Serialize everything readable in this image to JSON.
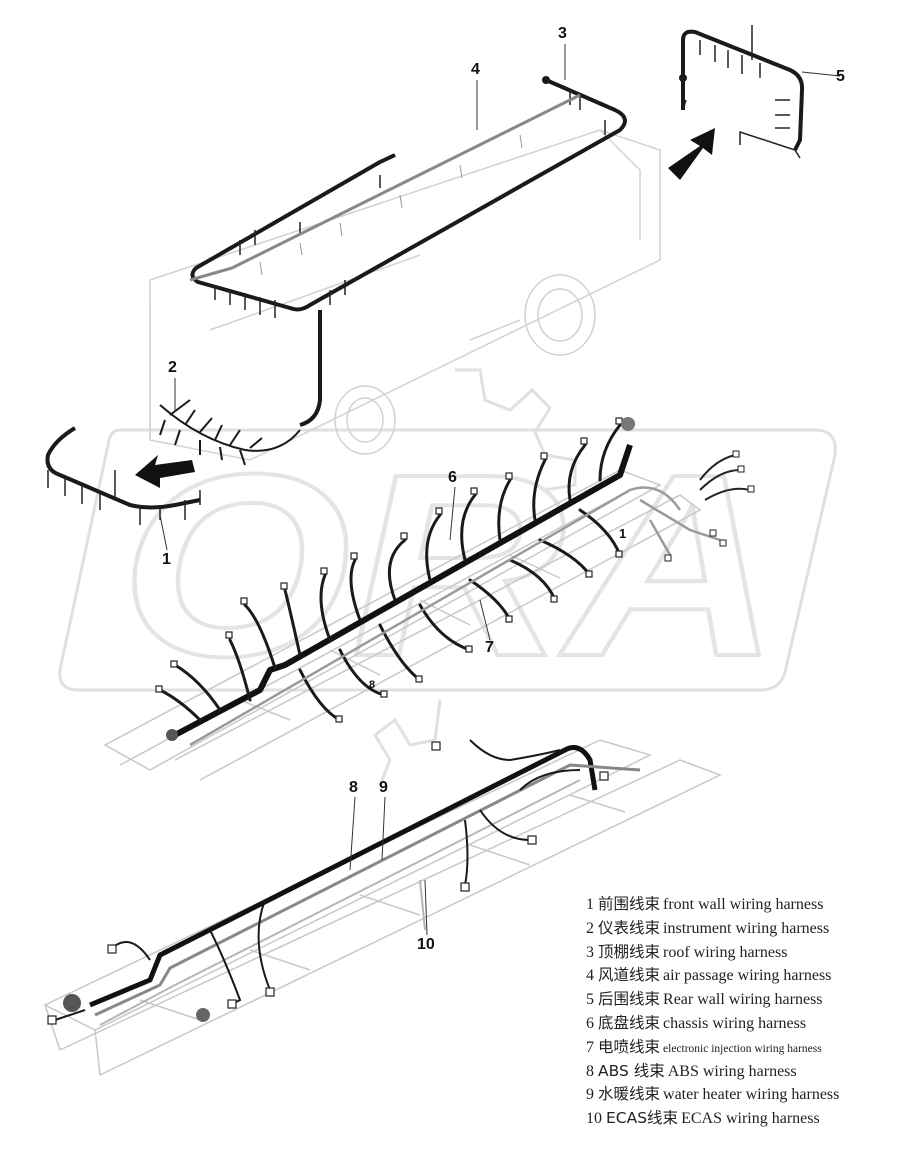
{
  "watermark": {
    "text": "ORA"
  },
  "callouts": [
    {
      "id": "1",
      "label": "1"
    },
    {
      "id": "1b",
      "label": "1"
    },
    {
      "id": "2",
      "label": "2"
    },
    {
      "id": "3",
      "label": "3"
    },
    {
      "id": "4",
      "label": "4"
    },
    {
      "id": "5",
      "label": "5"
    },
    {
      "id": "6",
      "label": "6"
    },
    {
      "id": "7",
      "label": "7"
    },
    {
      "id": "8a",
      "label": "8"
    },
    {
      "id": "8",
      "label": "8"
    },
    {
      "id": "9",
      "label": "9"
    },
    {
      "id": "10",
      "label": "10"
    }
  ],
  "legend": [
    {
      "num": "1",
      "zh": "前围线束",
      "en": "front wall wiring harness"
    },
    {
      "num": "2",
      "zh": "仪表线束",
      "en": "instrument wiring harness"
    },
    {
      "num": "3",
      "zh": "顶棚线束",
      "en": "roof  wiring harness"
    },
    {
      "num": "4",
      "zh": "风道线束",
      "en": "air passage wiring harness"
    },
    {
      "num": "5",
      "zh": "后围线束",
      "en": "Rear wall wiring harness"
    },
    {
      "num": "6",
      "zh": "底盘线束",
      "en": "chassis wiring harness"
    },
    {
      "num": "7",
      "zh": "电喷线束",
      "en": "electronic injection wiring harness"
    },
    {
      "num": "8",
      "zh": "ABS 线束",
      "en": "ABS wiring harness"
    },
    {
      "num": "9",
      "zh": "水暖线束",
      "en": "water heater wiring harness"
    },
    {
      "num": "10",
      "zh": "ECAS线束",
      "en": "ECAS wiring harness"
    }
  ]
}
